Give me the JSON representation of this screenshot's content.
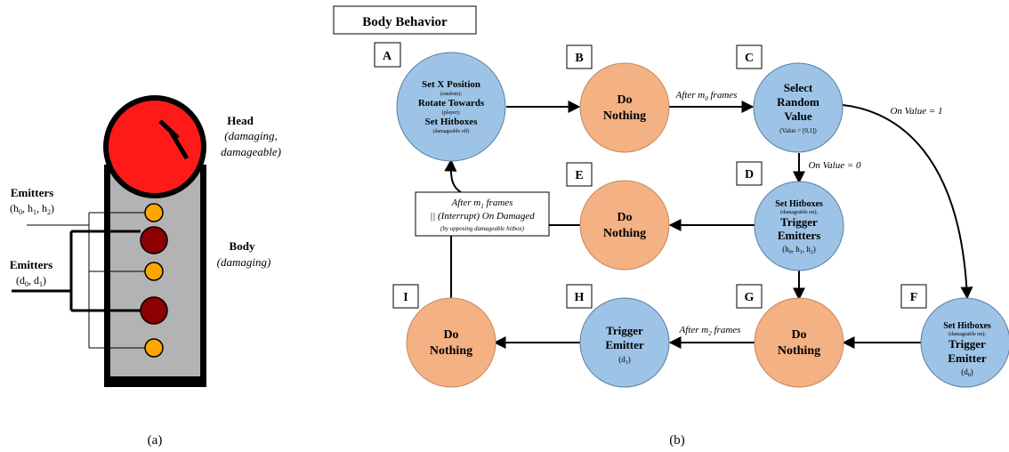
{
  "left_panel": {
    "head_label": "Head",
    "head_desc_1": "(damaging,",
    "head_desc_2": "damageable)",
    "body_label": "Body",
    "body_desc": "(damaging)",
    "emitters_h_label": "Emitters",
    "emitters_h_sub": "(h",
    "emitters_d_label": "Emitters",
    "caption": "(a)",
    "colors": {
      "head": "#ff1a1a",
      "body": "#b3b3b3",
      "frame": "#000000",
      "small_emitter": "#ffa500",
      "large_emitter": "#8b0000"
    }
  },
  "right_panel": {
    "title": "Body Behavior",
    "caption": "(b)",
    "colors": {
      "blue_node": "#9dc3e6",
      "orange_node": "#f4b183",
      "edge": "#000000"
    },
    "nodes": {
      "A": {
        "letter": "A",
        "line1": "Set X Position",
        "line2": "(random);",
        "line3": "Rotate Towards",
        "line4": "(player);",
        "line5": "Set Hitboxes",
        "line6": "(damageable off)"
      },
      "B": {
        "letter": "B",
        "line1": "Do",
        "line2": "Nothing"
      },
      "C": {
        "letter": "C",
        "line1": "Select",
        "line2": "Random",
        "line3": "Value",
        "line4": "(Value  = [0,1])"
      },
      "D": {
        "letter": "D",
        "line1": "Set Hitboxes",
        "line2": "(damageable on);",
        "line3": "Trigger",
        "line4": "Emitters"
      },
      "E": {
        "letter": "E",
        "line1": "Do",
        "line2": "Nothing"
      },
      "F": {
        "letter": "F",
        "line1": "Set Hitboxes",
        "line2": "(damageable on);",
        "line3": "Trigger",
        "line4": "Emitter"
      },
      "G": {
        "letter": "G",
        "line1": "Do",
        "line2": "Nothing"
      },
      "H": {
        "letter": "H",
        "line1": "Trigger",
        "line2": "Emitter"
      },
      "I": {
        "letter": "I",
        "line1": "Do",
        "line2": "Nothing"
      }
    },
    "edge_labels": {
      "ab_after": "After m",
      "ab_frames": " frames",
      "c_on_value_1": "On Value = 1",
      "c_on_value_0": "On Value = 0",
      "gh_after": "After m",
      "gh_frames": " frames",
      "box_line1_after": "After m",
      "box_line1_frames": " frames",
      "box_line2": "|| (Interrupt) On Damaged",
      "box_line3": "(by opposing damageable hitbox)"
    }
  }
}
